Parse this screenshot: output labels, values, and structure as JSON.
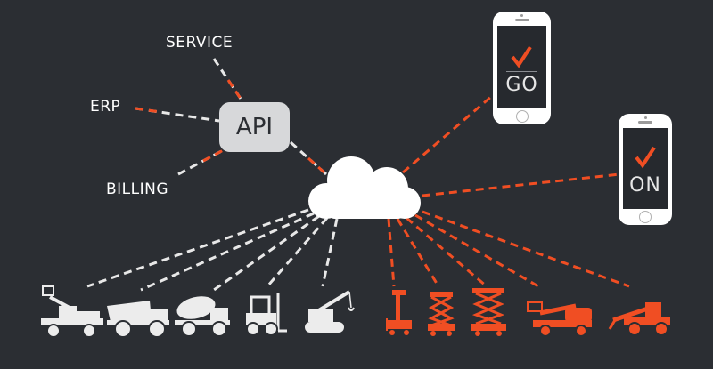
{
  "labels": {
    "service": "SERVICE",
    "erp": "ERP",
    "billing": "BILLING",
    "api": "API"
  },
  "phones": {
    "top": {
      "text": "GO"
    },
    "right": {
      "text": "ON"
    }
  },
  "colors": {
    "background": "#2b2e33",
    "white_line": "#e8e8e8",
    "orange": "#f04e23",
    "api_box": "#d7d8da"
  },
  "icons": {
    "white_fleet": [
      "boom-lift-truck-icon",
      "dump-truck-icon",
      "cement-mixer-icon",
      "forklift-icon",
      "crawler-crane-icon"
    ],
    "orange_fleet": [
      "vertical-mast-lift-icon",
      "scissor-lift-small-icon",
      "scissor-lift-large-icon",
      "articulating-boom-lift-icon",
      "telehandler-icon"
    ]
  }
}
